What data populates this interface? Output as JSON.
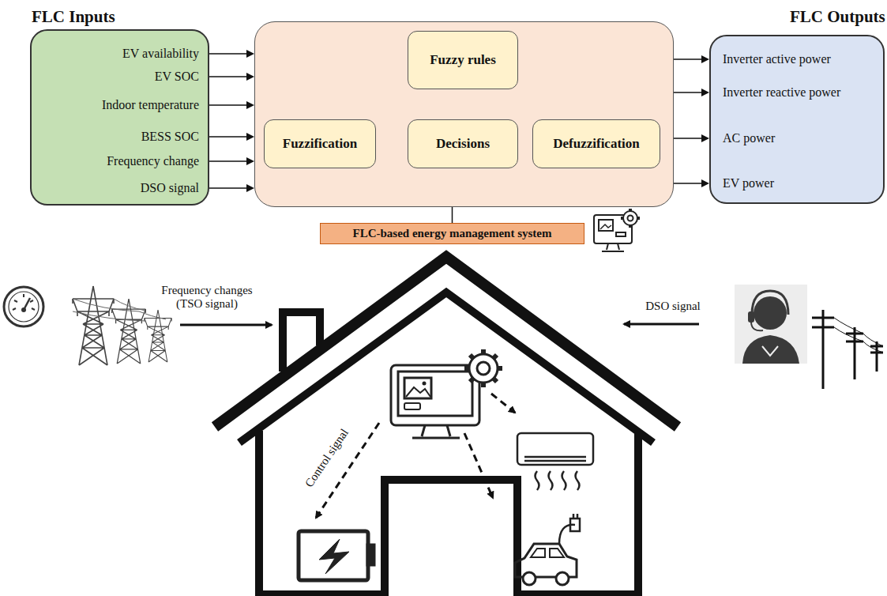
{
  "diagram": {
    "nodes": [
      {
        "text": [
          "FLC Inputs",
          "EV availability",
          "EV SOC",
          "Indoor temperature",
          "BESS SOC",
          "Frequency change",
          "DSO signal"
        ]
      },
      {
        "text": []
      },
      {
        "text": [
          "Fuzzy rules"
        ],
        "in": 1
      },
      {
        "text": [
          "Fuzzification"
        ],
        "in": 1
      },
      {
        "text": [
          "Decisions"
        ],
        "in": 1
      },
      {
        "text": [
          "Defuzzification"
        ],
        "in": 1
      },
      {
        "text": [
          "FLC Outputs",
          "Inverter active power",
          "Inverter reactive power",
          "AC power",
          "EV power"
        ]
      },
      {
        "text": [
          "FLC-based energy management system"
        ]
      }
    ],
    "edges": [
      {
        "from": 0,
        "to": 1,
        "arrow": "to"
      },
      {
        "from": 0,
        "to": 1,
        "arrow": "to"
      },
      {
        "from": 0,
        "to": 1,
        "arrow": "to"
      },
      {
        "from": 0,
        "to": 1,
        "arrow": "to"
      },
      {
        "from": 0,
        "to": 1,
        "arrow": "to"
      },
      {
        "from": 0,
        "to": 1,
        "arrow": "to"
      },
      {
        "from": 2,
        "to": 4,
        "arrow": "to"
      },
      {
        "from": 3,
        "to": 4,
        "arrow": "to"
      },
      {
        "from": 4,
        "to": 5,
        "arrow": "to"
      },
      {
        "from": 1,
        "to": 6,
        "arrow": "to"
      },
      {
        "from": 1,
        "to": 6,
        "arrow": "to"
      },
      {
        "from": 1,
        "to": 6,
        "arrow": "to"
      },
      {
        "from": 1,
        "to": 6,
        "arrow": "to"
      },
      {
        "from": 1,
        "to": 7,
        "arrow": "none"
      }
    ],
    "labels": [
      "Frequency changes (TSO signal)",
      "DSO signal",
      "Control signal"
    ]
  }
}
